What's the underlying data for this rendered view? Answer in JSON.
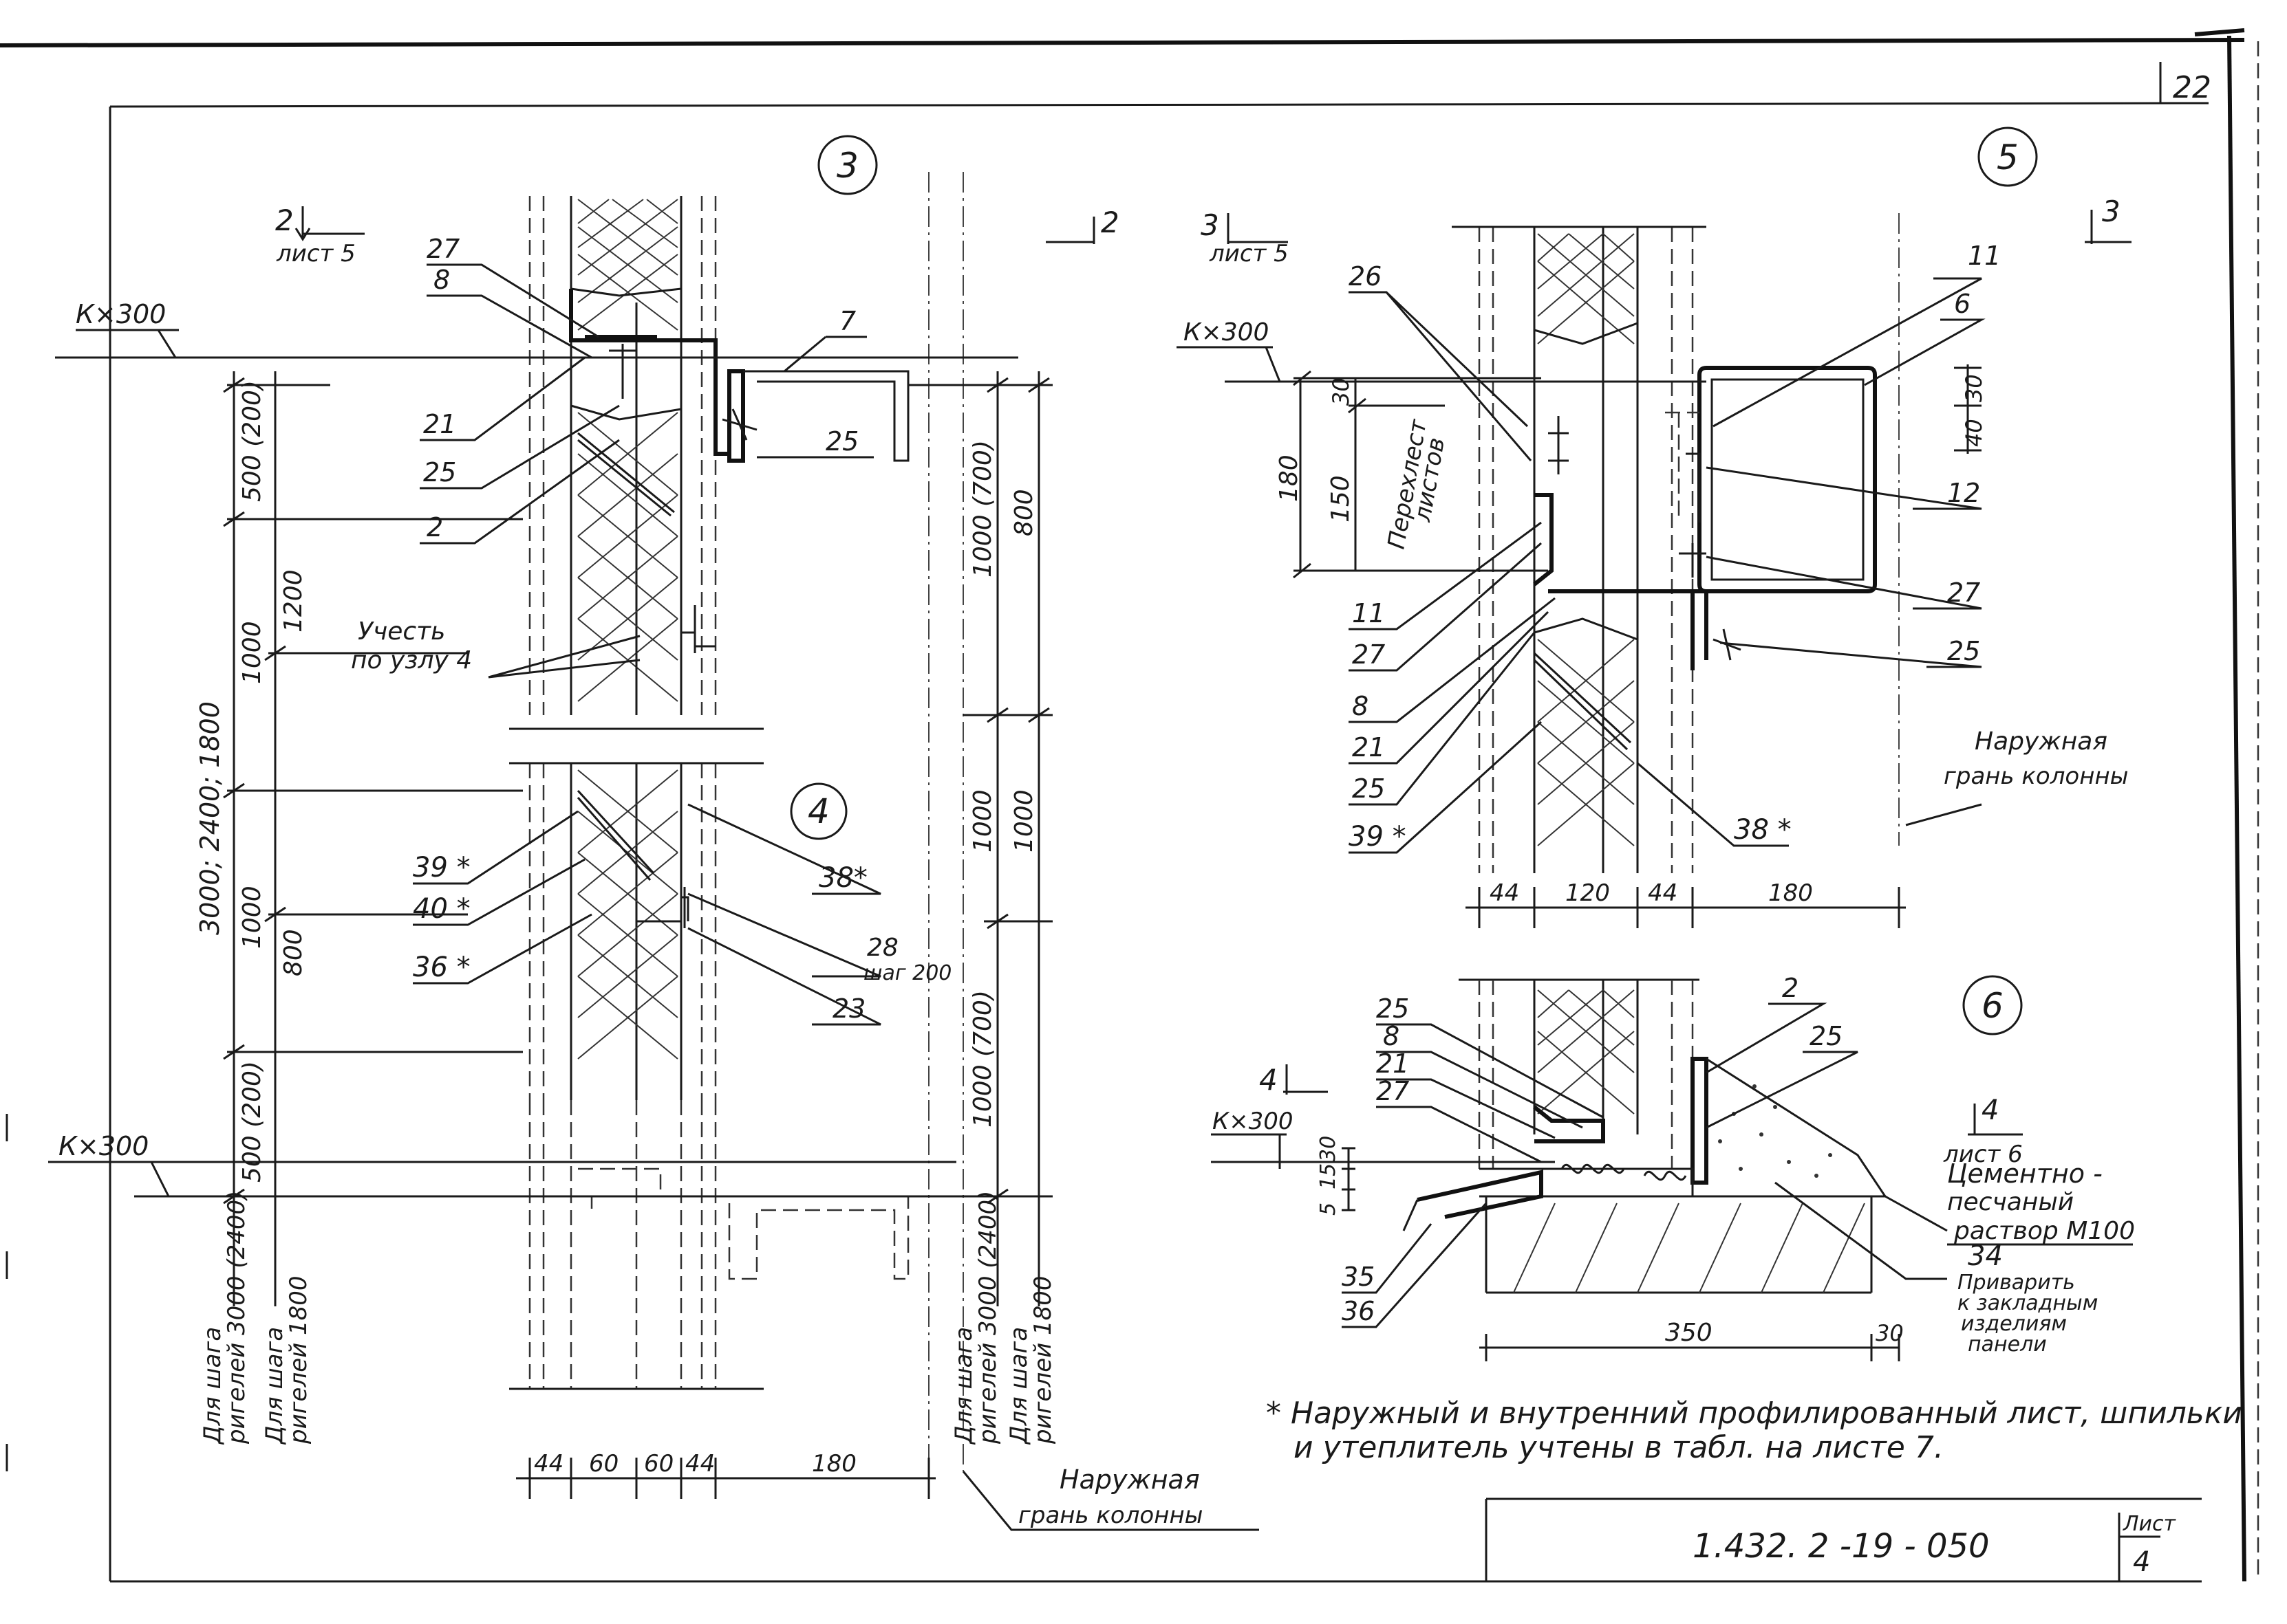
{
  "sheet_no_top": "22",
  "designation": "1.432. 2 -19 - 050",
  "sheet_label": "Лист",
  "sheet_value": "4",
  "note_line1": "* Наружный и внутренний профилированный лист, шпильки",
  "note_line2": "и утеплитель учтены в табл. на листе 7.",
  "callouts": {
    "n3": "3",
    "n4": "4",
    "n5": "5",
    "n6": "6"
  },
  "sections": {
    "s2_num": "2",
    "s2_ref": "лист 5",
    "s2_right": "2",
    "s3_num": "3",
    "s3_ref": "лист 5",
    "s3_right": "3",
    "s4_num": "4",
    "s4_ref": "лист 6"
  },
  "levels": {
    "kx300": "К×300"
  },
  "left": {
    "labels": {
      "l27": "27",
      "l8": "8",
      "l7": "7",
      "l21": "21",
      "l25a": "25",
      "l25b": "25",
      "l2": "2",
      "uchest1": "Учесть",
      "uchest2": "по узлу 4",
      "l39": "39 *",
      "l40": "40 *",
      "l36": "36 *",
      "l38": "38*",
      "l28": "28",
      "l28b": "шаг 200",
      "l23": "23"
    },
    "dims_left": {
      "d500_200": "500 (200)",
      "d1000a": "1000",
      "d1200": "1200",
      "d1000b": "1000",
      "d800": "800",
      "d500_200b": "500 (200)",
      "dtotal": "3000; 2400; 1800",
      "step1": "Для шага",
      "step2": "ригелей 3000 (2400)",
      "step3": "Для шага",
      "step4": "ригелей 1800"
    },
    "dims_right": {
      "d1000_700": "1000 (700)",
      "d800": "800",
      "d1000a": "1000",
      "d1000b": "1000",
      "d1000_700b": "1000 (700)",
      "step1": "Для шага",
      "step2": "ригелей 3000 (2400)",
      "step3": "Для шага",
      "step4": "ригелей 1800"
    },
    "dims_bottom": {
      "b44a": "44",
      "b60a": "60",
      "b60b": "60",
      "b44b": "44",
      "b180": "180"
    },
    "outer_face1": "Наружная",
    "outer_face2": "грань колонны"
  },
  "node5": {
    "labels": {
      "l26": "26",
      "l11a": "11",
      "l6": "6",
      "l12": "12",
      "l27a": "27",
      "l25a": "25",
      "l11b": "11",
      "l27b": "27",
      "l8": "8",
      "l21": "21",
      "l25b": "25",
      "l39": "39 *",
      "l38": "38 *",
      "perekhlest1": "Перехлест",
      "perekhlest2": "листов"
    },
    "dims": {
      "d180": "180",
      "d30": "30",
      "d150": "150",
      "d40": "40",
      "d30r": "30"
    },
    "dims_bottom": {
      "b44a": "44",
      "b120": "120",
      "b44b": "44",
      "b180": "180"
    },
    "outer_face1": "Наружная",
    "outer_face2": "грань колонны"
  },
  "node6": {
    "labels": {
      "l25a": "25",
      "l8": "8",
      "l21": "21",
      "l27": "27",
      "l2": "2",
      "l25b": "25",
      "l35": "35",
      "l36": "36",
      "l34": "34",
      "weld1": "Приварить",
      "weld2": "к закладным",
      "weld3": "изделиям",
      "weld4": "панели",
      "mortar1": "Цементно -",
      "mortar2": "песчаный",
      "mortar3": "раствор М100"
    },
    "dims": {
      "d30": "30",
      "d15": "15",
      "d5": "5",
      "d350": "350",
      "d30b": "30"
    }
  }
}
